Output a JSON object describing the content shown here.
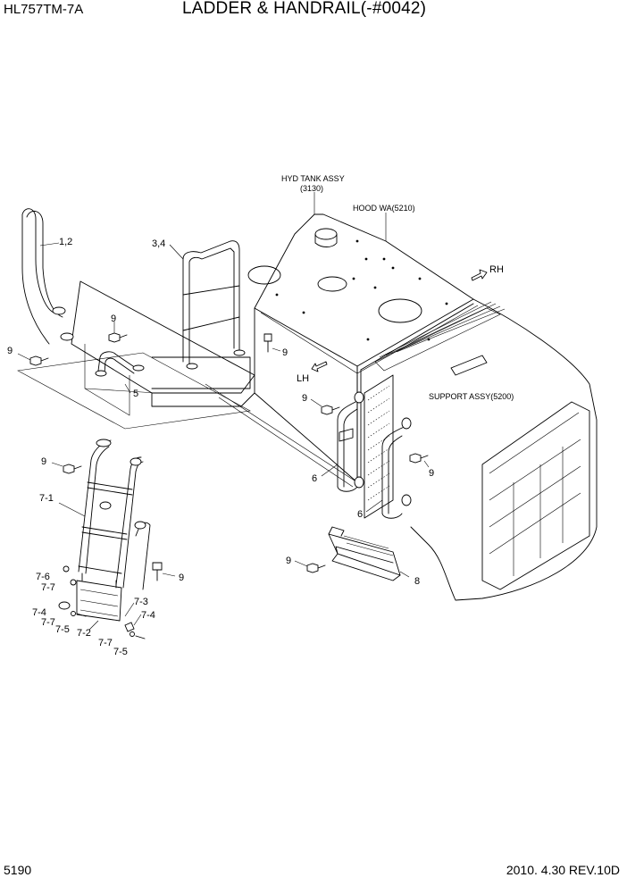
{
  "header": {
    "model": "HL757TM-7A",
    "title": "LADDER & HANDRAIL(-#0042)"
  },
  "footer": {
    "page_number": "5190",
    "revision": "2010. 4.30  REV.10D"
  },
  "references": {
    "hyd_tank_line1": "HYD TANK ASSY",
    "hyd_tank_line2": "(3130)",
    "hood": "HOOD WA(5210)",
    "support": "SUPPORT ASSY(5200)",
    "rh": "RH",
    "lh": "LH"
  },
  "callouts": {
    "c_1_2": "1,2",
    "c_3_4": "3,4",
    "c_5": "5",
    "c_6a": "6",
    "c_6b": "6",
    "c_7_1": "7-1",
    "c_7_2": "7-2",
    "c_7_3": "7-3",
    "c_7_4a": "7-4",
    "c_7_4b": "7-4",
    "c_7_5a": "7-5",
    "c_7_5b": "7-5",
    "c_7_6": "7-6",
    "c_7_7a": "7-7",
    "c_7_7b": "7-7",
    "c_7_7c": "7-7",
    "c_8": "8",
    "c_9a": "9",
    "c_9b": "9",
    "c_9c": "9",
    "c_9d": "9",
    "c_9e": "9",
    "c_9f": "9",
    "c_9g": "9",
    "c_9h": "9"
  }
}
